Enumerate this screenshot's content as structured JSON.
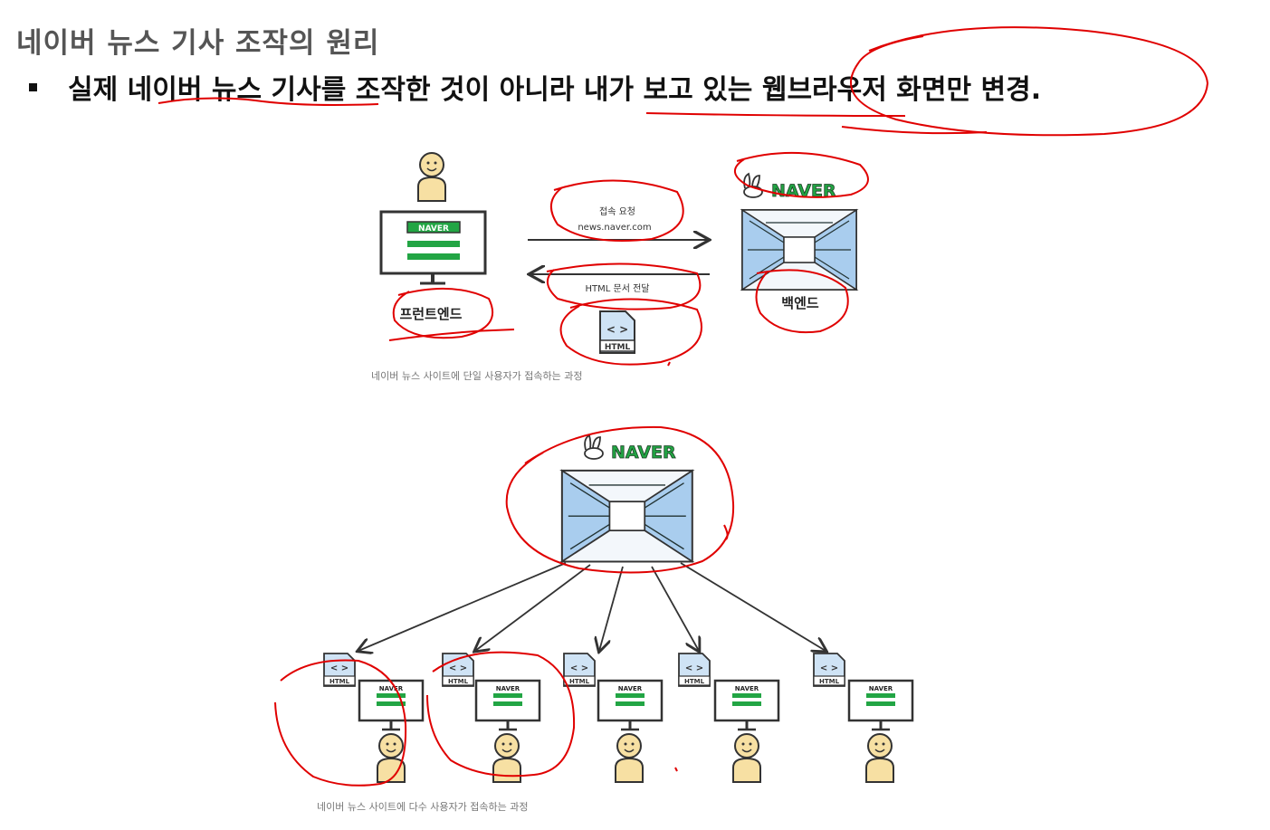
{
  "slide": {
    "title": "네이버 뉴스 기사 조작의 원리",
    "bullet": "실제 네이버 뉴스 기사를 조작한 것이 아니라 내가 보고 있는 웹브라우저 화면만 변경."
  },
  "diagram_top": {
    "frontend_label": "프런트엔드",
    "backend_label": "백엔드",
    "brand": "NAVER",
    "request_title": "접속 요청",
    "request_url": "news.naver.com",
    "response_label": "HTML 문서 전달",
    "file_type": "HTML",
    "code_glyph": "< >",
    "caption": "네이버 뉴스 사이트에 단일 사용자가 접속하는 과정"
  },
  "diagram_bottom": {
    "brand": "NAVER",
    "file_type": "HTML",
    "code_glyph": "< >",
    "clients": [
      {
        "brand": "NAVER"
      },
      {
        "brand": "NAVER"
      },
      {
        "brand": "NAVER"
      },
      {
        "brand": "NAVER"
      },
      {
        "brand": "NAVER"
      }
    ],
    "caption": "네이버 뉴스 사이트에 다수 사용자가 접속하는 과정"
  },
  "colors": {
    "naver_green": "#22a544",
    "annotation_red": "#e00000",
    "server_blue": "#9fc6e8",
    "person_skin": "#f7e0a3"
  }
}
